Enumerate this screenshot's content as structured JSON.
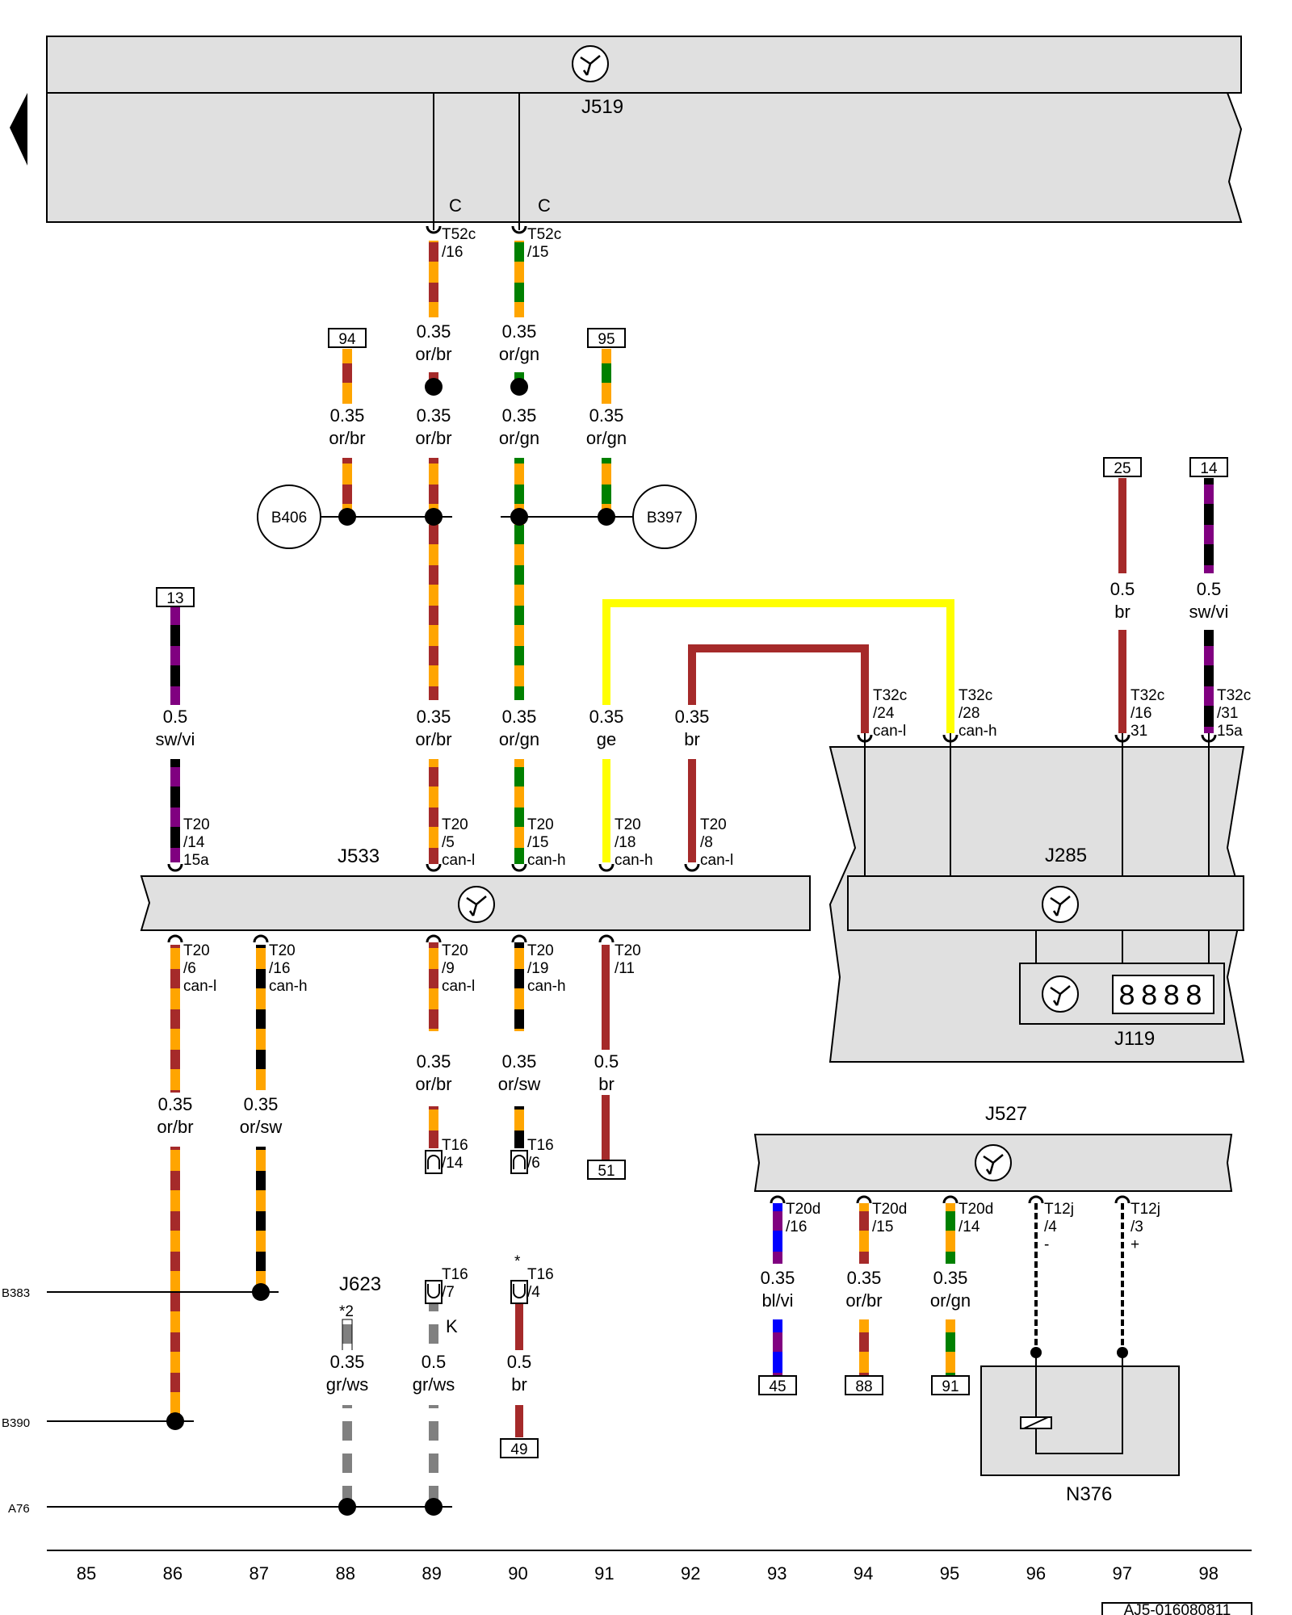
{
  "components": {
    "J519": "J519",
    "J533": "J533",
    "J285": "J285",
    "J119": "J119",
    "J527": "J527",
    "J623": "J623",
    "N376": "N376",
    "B406": "B406",
    "B397": "B397"
  },
  "display_digits": "8888",
  "pin_c_left": "C",
  "pin_c_right": "C",
  "connectors": {
    "t52c_16": [
      "T52c",
      "/16"
    ],
    "t52c_15": [
      "T52c",
      "/15"
    ],
    "t20_14": [
      "T20",
      "/14",
      "15a"
    ],
    "t20_5": [
      "T20",
      "/5",
      "can-l"
    ],
    "t20_15": [
      "T20",
      "/15",
      "can-h"
    ],
    "t20_18": [
      "T20",
      "/18",
      "can-h"
    ],
    "t20_8": [
      "T20",
      "/8",
      "can-l"
    ],
    "t32c_24": [
      "T32c",
      "/24",
      "can-l"
    ],
    "t32c_28": [
      "T32c",
      "/28",
      "can-h"
    ],
    "t32c_16": [
      "T32c",
      "/16",
      "31"
    ],
    "t32c_31": [
      "T32c",
      "/31",
      "15a"
    ],
    "t20_6": [
      "T20",
      "/6",
      "can-l"
    ],
    "t20_16": [
      "T20",
      "/16",
      "can-h"
    ],
    "t20_9": [
      "T20",
      "/9",
      "can-l"
    ],
    "t20_19": [
      "T20",
      "/19",
      "can-h"
    ],
    "t20_11": [
      "T20",
      "/11"
    ],
    "t16_14": [
      "T16",
      "/14"
    ],
    "t16_6": [
      "T16",
      "/6"
    ],
    "t16_7": [
      "T16",
      "/7"
    ],
    "t16_4": [
      "T16",
      "/4"
    ],
    "t20d_16": [
      "T20d",
      "/16"
    ],
    "t20d_15": [
      "T20d",
      "/15"
    ],
    "t20d_14": [
      "T20d",
      "/14"
    ],
    "t12j_4": [
      "T12j",
      "/4",
      "-"
    ],
    "t12j_3": [
      "T12j",
      "/3",
      "+"
    ]
  },
  "wires": {
    "w89a": [
      "0.35",
      "or/br"
    ],
    "w90a": [
      "0.35",
      "or/gn"
    ],
    "w88b": [
      "0.35",
      "or/br"
    ],
    "w89b": [
      "0.35",
      "or/br"
    ],
    "w90b": [
      "0.35",
      "or/gn"
    ],
    "w91b": [
      "0.35",
      "or/gn"
    ],
    "w86c": [
      "0.5",
      "sw/vi"
    ],
    "w89c": [
      "0.35",
      "or/br"
    ],
    "w90c": [
      "0.35",
      "or/gn"
    ],
    "w91c": [
      "0.35",
      "ge"
    ],
    "w92c": [
      "0.35",
      "br"
    ],
    "w97c": [
      "0.5",
      "br"
    ],
    "w98c": [
      "0.5",
      "sw/vi"
    ],
    "w89d": [
      "0.35",
      "or/br"
    ],
    "w90d": [
      "0.35",
      "or/sw"
    ],
    "w91d": [
      "0.5",
      "br"
    ],
    "w86e": [
      "0.35",
      "or/br"
    ],
    "w87e": [
      "0.35",
      "or/sw"
    ],
    "w88f": [
      "0.35",
      "gr/ws"
    ],
    "w89f": [
      "0.5",
      "gr/ws"
    ],
    "w90f": [
      "0.5",
      "br"
    ],
    "w93": [
      "0.35",
      "bl/vi"
    ],
    "w94": [
      "0.35",
      "or/br"
    ],
    "w95": [
      "0.35",
      "or/gn"
    ]
  },
  "references": {
    "r94": "94",
    "r95": "95",
    "r13": "13",
    "r25": "25",
    "r14": "14",
    "r51": "51",
    "r49": "49",
    "r45": "45",
    "r88": "88",
    "r91": "91"
  },
  "bus_labels": {
    "b383": "B383",
    "b390": "B390",
    "a76": "A76"
  },
  "notes": {
    "j623_note": "*2",
    "k_mark": "K",
    "star_mark": "*"
  },
  "track_numbers": [
    "85",
    "86",
    "87",
    "88",
    "89",
    "90",
    "91",
    "92",
    "93",
    "94",
    "95",
    "96",
    "97",
    "98"
  ],
  "drawing_id": "AJ5-016080811",
  "colors": {
    "or": "#ffa500",
    "br": "#a52a2a",
    "gn": "#008000",
    "sw": "#000000",
    "vi": "#800080",
    "ge": "#ffff00",
    "bl": "#0000ff",
    "gr": "#808080",
    "ws": "#ffffff"
  }
}
